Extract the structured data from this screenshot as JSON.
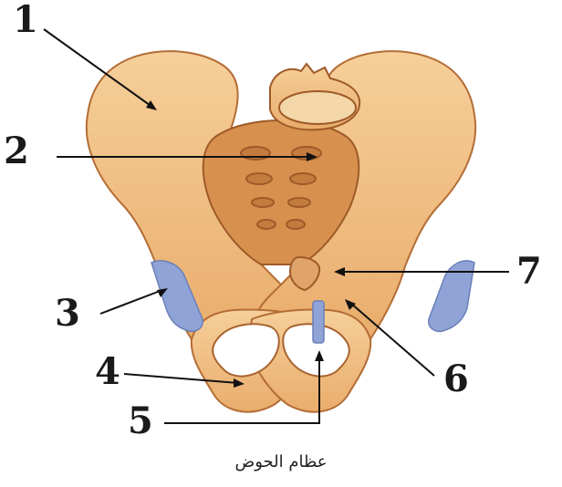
{
  "caption": "عظام الحوض",
  "labels": {
    "l1": "1",
    "l2": "2",
    "l3": "3",
    "l4": "4",
    "l5": "5",
    "l6": "6",
    "l7": "7"
  },
  "colors": {
    "bone": "#f0bd80",
    "bone_shadow": "#c9864a",
    "bone_dark": "#a8622e",
    "cartilage": "#8fa3d6",
    "line": "#111111"
  }
}
